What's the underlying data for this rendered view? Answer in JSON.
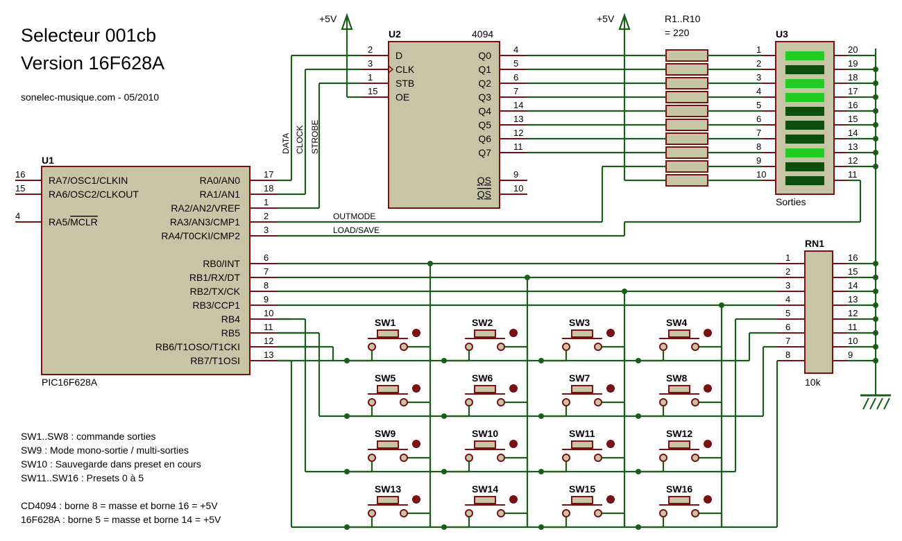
{
  "title_line1": "Selecteur 001cb",
  "title_line2": "Version 16F628A",
  "credit": "sonelec-musique.com - 05/2010",
  "power": {
    "vcc_label": "+5V"
  },
  "u1": {
    "ref": "U1",
    "part": "PIC16F628A",
    "left_pins": [
      {
        "num": "16",
        "name": "RA7/OSC1/CLKIN"
      },
      {
        "num": "15",
        "name": "RA6/OSC2/CLKOUT"
      },
      {
        "num": "4",
        "name": "RA5/MCLR"
      }
    ],
    "right_pins": [
      {
        "num": "17",
        "name": "RA0/AN0"
      },
      {
        "num": "18",
        "name": "RA1/AN1"
      },
      {
        "num": "1",
        "name": "RA2/AN2/VREF"
      },
      {
        "num": "2",
        "name": "RA3/AN3/CMP1"
      },
      {
        "num": "3",
        "name": "RA4/T0CKI/CMP2"
      },
      {
        "num": "6",
        "name": "RB0/INT"
      },
      {
        "num": "7",
        "name": "RB1/RX/DT"
      },
      {
        "num": "8",
        "name": "RB2/TX/CK"
      },
      {
        "num": "9",
        "name": "RB3/CCP1"
      },
      {
        "num": "10",
        "name": "RB4"
      },
      {
        "num": "11",
        "name": "RB5"
      },
      {
        "num": "12",
        "name": "RB6/T1OSO/T1CKI"
      },
      {
        "num": "13",
        "name": "RB7/T1OSI"
      }
    ]
  },
  "u2": {
    "ref": "U2",
    "part": "4094",
    "left_pins": [
      {
        "num": "2",
        "name": "D"
      },
      {
        "num": "3",
        "name": "CLK"
      },
      {
        "num": "1",
        "name": "STB"
      },
      {
        "num": "15",
        "name": "OE"
      }
    ],
    "right_pins": [
      {
        "num": "4",
        "name": "Q0"
      },
      {
        "num": "5",
        "name": "Q1"
      },
      {
        "num": "6",
        "name": "Q2"
      },
      {
        "num": "7",
        "name": "Q3"
      },
      {
        "num": "14",
        "name": "Q4"
      },
      {
        "num": "13",
        "name": "Q5"
      },
      {
        "num": "12",
        "name": "Q6"
      },
      {
        "num": "11",
        "name": "Q7"
      },
      {
        "num": "9",
        "name": "QS"
      },
      {
        "num": "10",
        "name": "QS"
      }
    ]
  },
  "signals": {
    "data": "DATA",
    "clock": "CLOCK",
    "strobe": "STROBE",
    "outmode": "OUTMODE",
    "loadsave": "LOAD/SAVE"
  },
  "resistors": {
    "label": "R1..R10",
    "value": "= 220"
  },
  "u3": {
    "ref": "U3",
    "caption": "Sorties",
    "left_nums": [
      "1",
      "2",
      "3",
      "4",
      "5",
      "6",
      "7",
      "8",
      "9",
      "10"
    ],
    "right_nums": [
      "20",
      "19",
      "18",
      "17",
      "16",
      "15",
      "14",
      "13",
      "12",
      "11"
    ],
    "segments_lit": [
      true,
      false,
      true,
      true,
      false,
      false,
      false,
      true,
      false,
      false
    ],
    "color_lit": "#22cc22",
    "color_dim": "#0d4d0d"
  },
  "rn1": {
    "ref": "RN1",
    "value": "10k",
    "left_nums": [
      "1",
      "2",
      "3",
      "4",
      "5",
      "6",
      "7",
      "8"
    ],
    "right_nums": [
      "16",
      "15",
      "14",
      "13",
      "12",
      "11",
      "10",
      "9"
    ]
  },
  "switches": [
    "SW1",
    "SW2",
    "SW3",
    "SW4",
    "SW5",
    "SW6",
    "SW7",
    "SW8",
    "SW9",
    "SW10",
    "SW11",
    "SW12",
    "SW13",
    "SW14",
    "SW15",
    "SW16"
  ],
  "notes": [
    "SW1..SW8 : commande sorties",
    "SW9 : Mode mono-sortie / multi-sorties",
    "SW10 : Sauvegarde dans preset en cours",
    "SW11..SW16 : Presets 0 à 5",
    "",
    "CD4094 : borne 8 = masse et borne 16 = +5V",
    "16F628A : borne 5 = masse et borne 14 = +5V"
  ],
  "colors": {
    "wire": "#1a5c1a",
    "body": "#c8c4a6",
    "outline": "#7a1010"
  }
}
